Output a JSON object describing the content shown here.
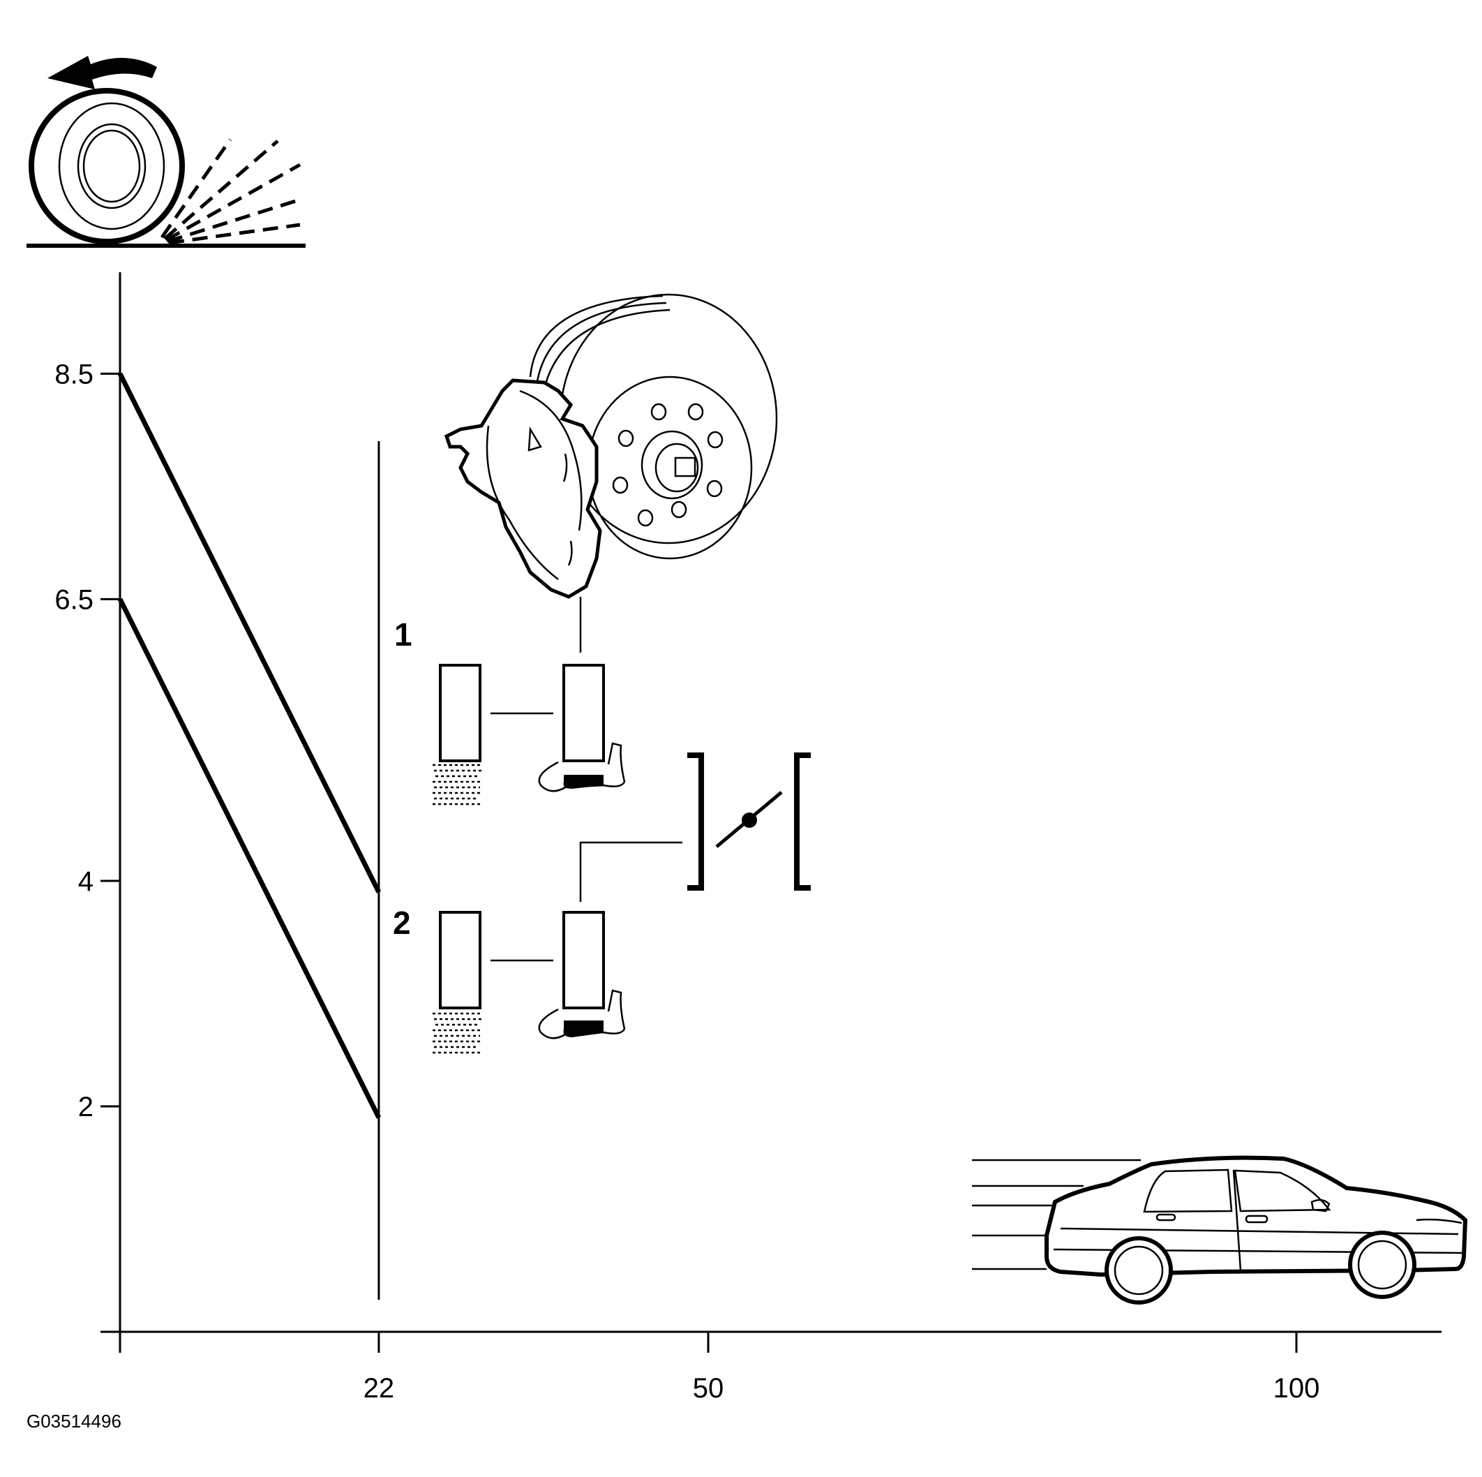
{
  "figure_code": "G03514496",
  "callouts": {
    "pad_set_1": "1",
    "pad_set_2": "2"
  },
  "chart_data": {
    "type": "line",
    "x_ticks": [
      "22",
      "50",
      "100"
    ],
    "y_ticks": [
      "8.5",
      "6.5",
      "4",
      "2"
    ],
    "xlim": [
      0,
      100
    ],
    "ylim": [
      0,
      9.4
    ],
    "reference_line_x": 22,
    "series": [
      {
        "x": [
          0,
          22
        ],
        "y": [
          8.5,
          3.9
        ]
      },
      {
        "x": [
          0,
          22
        ],
        "y": [
          6.5,
          1.9
        ]
      }
    ]
  },
  "icons": [
    "rolling-tire-icon",
    "brake-disc-caliper-icon",
    "car-icon",
    "brake-pad-icon",
    "switch-symbol-icon"
  ]
}
